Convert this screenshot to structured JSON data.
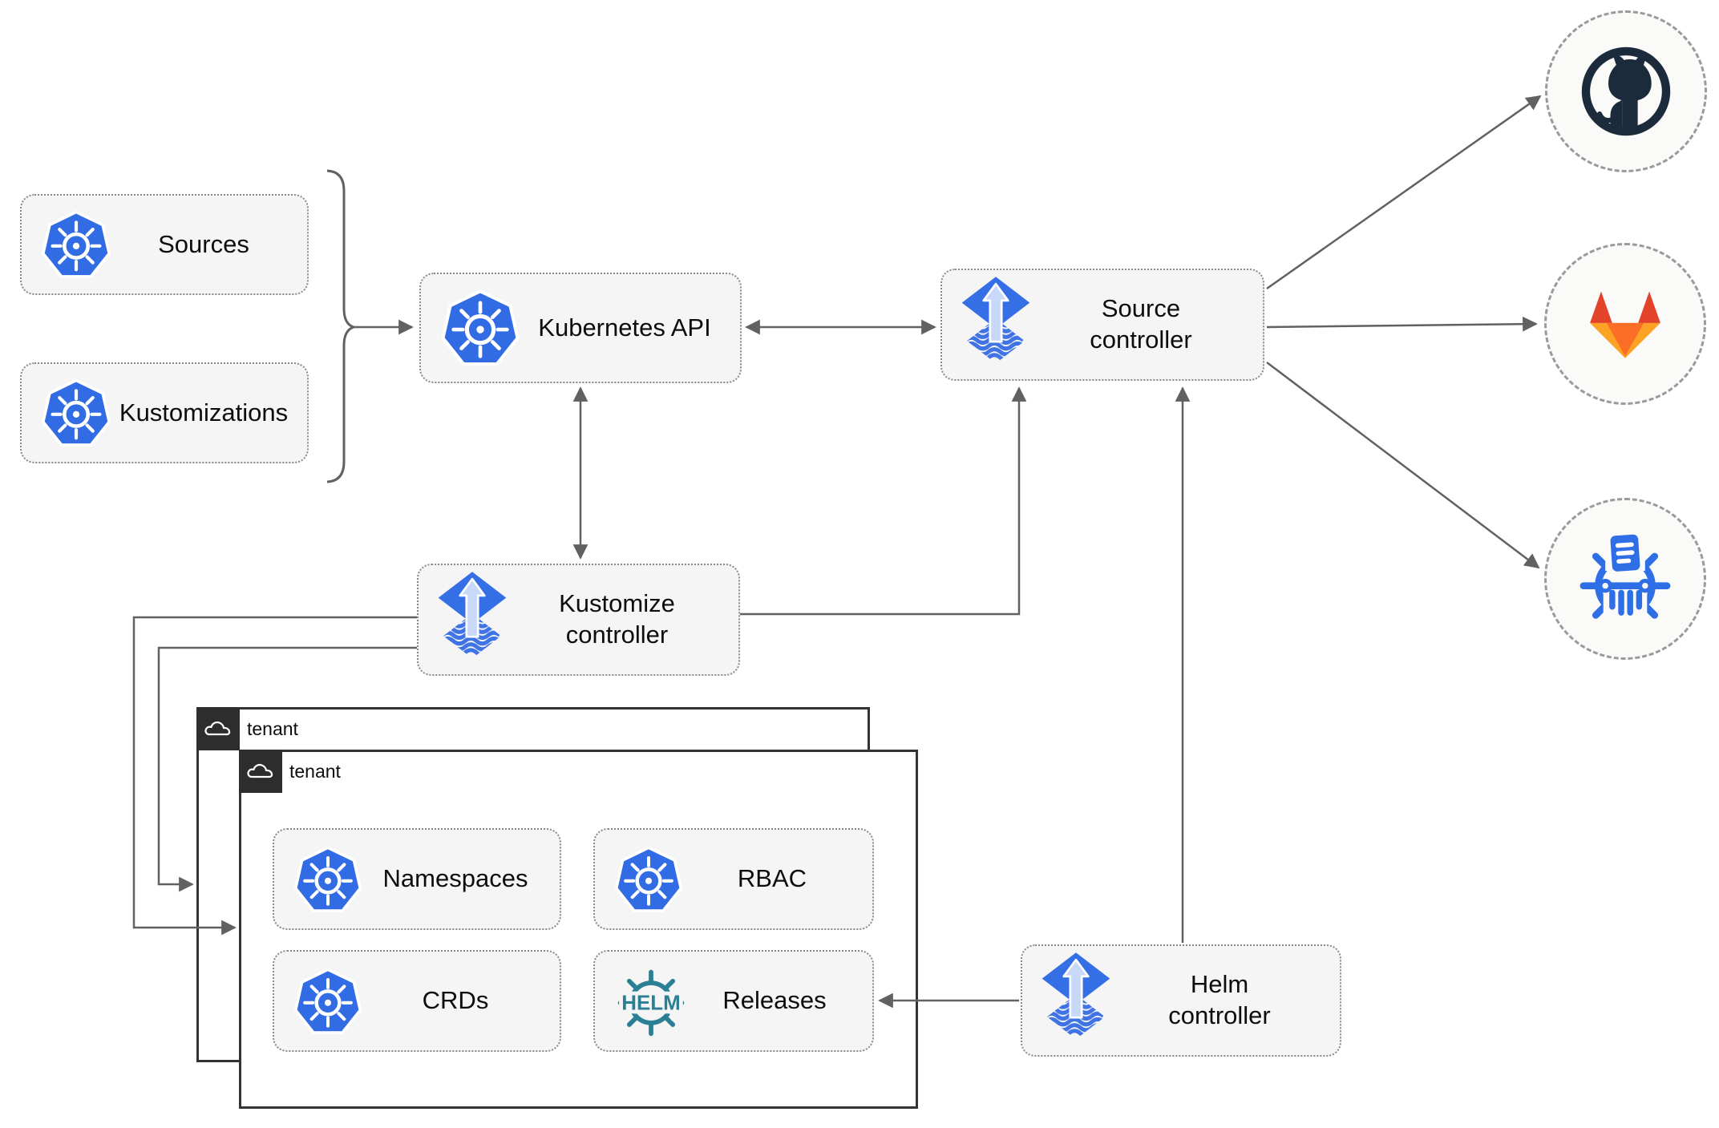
{
  "nodes": {
    "sources": {
      "label": "Sources",
      "icon": "kubernetes-icon"
    },
    "kustomizations": {
      "label": "Kustomizations",
      "icon": "kubernetes-icon"
    },
    "kubernetes_api": {
      "label": "Kubernetes API",
      "icon": "kubernetes-icon"
    },
    "source_controller": {
      "label": "Source controller",
      "icon": "flux-icon"
    },
    "kustomize_controller": {
      "label": "Kustomize controller",
      "icon": "flux-icon"
    },
    "helm_controller": {
      "label": "Helm controller",
      "icon": "flux-icon"
    },
    "tenant_outer": {
      "label": "tenant",
      "icon": "cloud-icon"
    },
    "tenant_inner": {
      "label": "tenant",
      "icon": "cloud-icon"
    },
    "namespaces": {
      "label": "Namespaces",
      "icon": "kubernetes-icon"
    },
    "rbac": {
      "label": "RBAC",
      "icon": "kubernetes-icon"
    },
    "crds": {
      "label": "CRDs",
      "icon": "kubernetes-icon"
    },
    "releases": {
      "label": "Releases",
      "icon": "helm-icon",
      "icon_text": "HELM"
    }
  },
  "providers": [
    {
      "name": "github",
      "icon": "github-icon"
    },
    {
      "name": "gitlab",
      "icon": "gitlab-icon"
    },
    {
      "name": "helm-chart-repository",
      "icon": "chart-repository-icon"
    }
  ],
  "colors": {
    "kubernetes_blue": "#326CE5",
    "flux_blue": "#356FE5",
    "flux_arrow_light": "#C7D8F8",
    "helm_teal": "#2A7F95",
    "github_navy": "#1B2B3C",
    "gitlab_red_orange": "#E24329",
    "gitlab_orange": "#FC6D26",
    "gitlab_yellow_orange": "#FCA326",
    "chart_repo_blue": "#2F6FE6",
    "connector_gray": "#616161",
    "node_fill": "#F5F5F5",
    "tenant_tab_dark": "#2D2D2D"
  }
}
